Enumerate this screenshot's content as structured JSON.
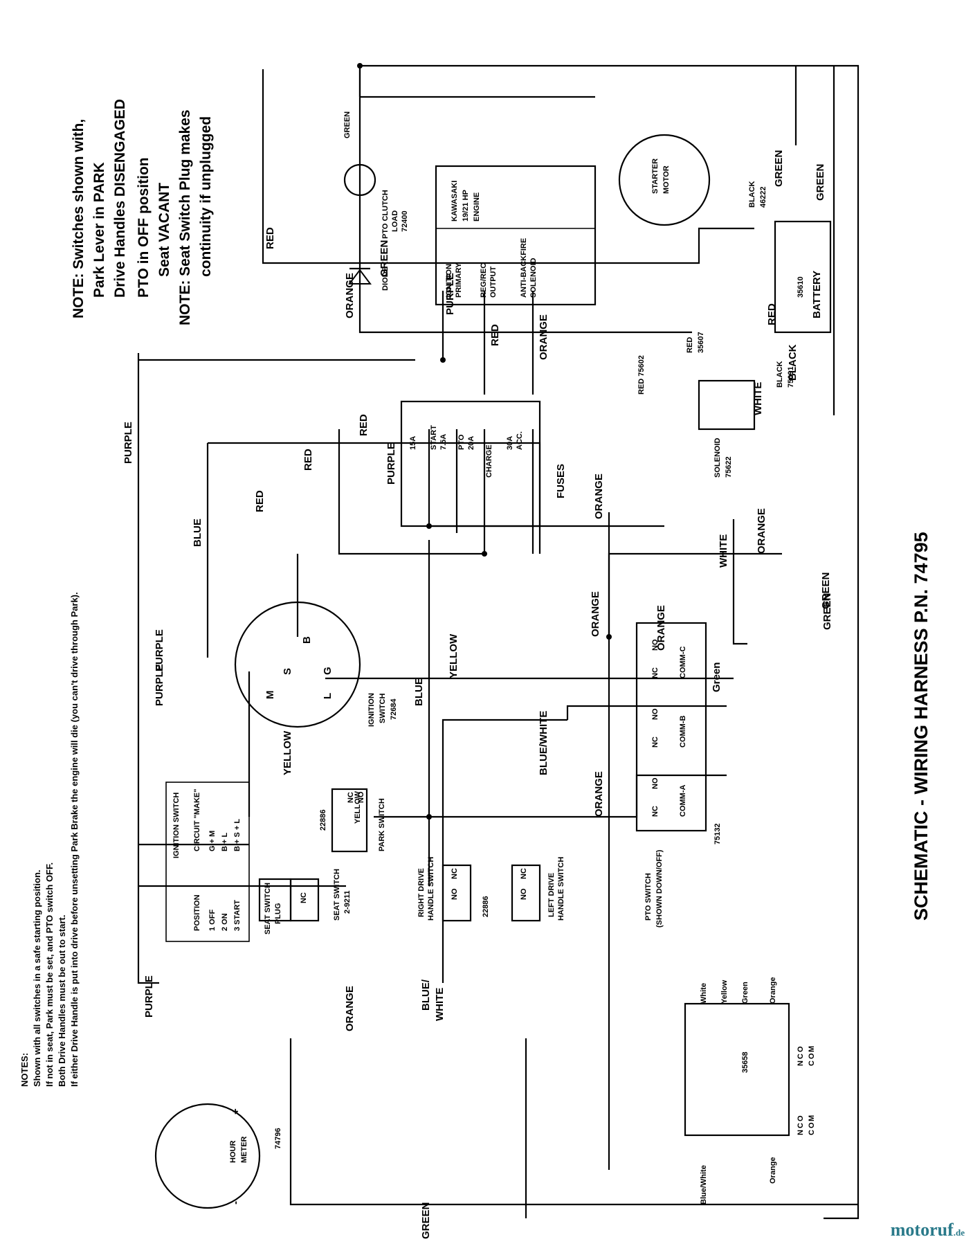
{
  "title": "SCHEMATIC - WIRING HARNESS P.N. 74795",
  "top_note": [
    "NOTE: Switches shown with,",
    "Park Lever in PARK",
    "Drive Handles DISENGAGED",
    "PTO in OFF position",
    "Seat VACANT",
    "NOTE: Seat Switch Plug makes",
    "continuity if unplugged"
  ],
  "bottom_notes": [
    "NOTES:",
    "Shown with all switches in a safe starting position.",
    "If not in seat, Park must be set, and PTO switch OFF.",
    "Both Drive Handles must be out to start.",
    "If either Drive Handle is put into drive before unsetting Park Brake the engine will die (you can't drive through Park)."
  ],
  "components": {
    "engine": [
      "KAWASAKI",
      "19/21 HP",
      "ENGINE"
    ],
    "engine_terms": [
      "IGNITION",
      "PRIMARY",
      "REG/REC",
      "OUTPUT",
      "ANTI-BACKFIRE",
      "SOLENOID"
    ],
    "pto_clutch": [
      "PTO CLUTCH",
      "LOAD",
      "72400"
    ],
    "diode": "DIODE",
    "starter": [
      "STARTER",
      "MOTOR"
    ],
    "battery": [
      "35610",
      "BATTERY"
    ],
    "battery_ground": [
      "BLACK",
      "46222"
    ],
    "solenoid": [
      "SOLENOID",
      "75622"
    ],
    "solenoid_ground": [
      "BLACK",
      "75091"
    ],
    "red_75602": "RED 75602",
    "red_35607": [
      "RED",
      "35607"
    ],
    "fuses_label": "FUSES",
    "fuses": [
      "15A",
      "START",
      "7.5A",
      "PTO",
      "20A",
      "CHARGE",
      "30A",
      "ACC."
    ],
    "ignition_switch": [
      "IGNITION",
      "SWITCH",
      "72684"
    ],
    "ignition_terms": [
      "S",
      "B",
      "G",
      "M",
      "L"
    ],
    "pto_switch_num": "75132",
    "pto_switch_title": [
      "PTO SWITCH",
      "(SHOWN DOWN/OFF)"
    ],
    "pto_contacts": [
      "NC",
      "NO",
      "NC",
      "NO",
      "NC",
      "NO",
      "COMM-A",
      "COMM-B",
      "COMM-C"
    ],
    "pto_detail": [
      "White",
      "Yellow",
      "Green",
      "Orange",
      "Blue/White",
      "Orange",
      "35658"
    ],
    "pto_detail_codes": [
      "N",
      "C",
      "C",
      "O",
      "O",
      "M",
      "N",
      "C",
      "C",
      "O",
      "O",
      "M"
    ],
    "park_switch": [
      "22886",
      "PARK SWITCH"
    ],
    "seat_switch": [
      "SEAT SWITCH",
      "2-9211"
    ],
    "seat_plug": [
      "SEAT SWITCH",
      "PLUG"
    ],
    "right_drive": [
      "RIGHT DRIVE",
      "HANDLE SWITCH"
    ],
    "left_drive": [
      "LEFT DRIVE",
      "HANDLE SWITCH"
    ],
    "drive_num": "22886",
    "hour_meter": [
      "HOUR",
      "METER"
    ],
    "hour_meter_num": "74796",
    "nc": "NC",
    "no": "NO",
    "plus": "+",
    "minus": "-"
  },
  "ign_table": {
    "header": [
      "IGNITION SWITCH",
      "POSITION",
      "CIRCUIT \"MAKE\""
    ],
    "rows": [
      [
        "1 OFF",
        "G + M"
      ],
      [
        "2 ON",
        "B + L"
      ],
      [
        "3 START",
        "B + S + L"
      ]
    ]
  },
  "wire_labels": {
    "green": "GREEN",
    "red": "RED",
    "orange": "ORANGE",
    "purple": "PURPLE",
    "blue": "BLUE",
    "yellow": "YELLOW",
    "white": "WHITE",
    "black": "BLACK",
    "blue_white": "BLUE/WHITE",
    "blue_white_split": [
      "BLUE/",
      "WHITE"
    ],
    "green_lower": "Green"
  },
  "watermark": {
    "name": "motoruf",
    "tld": ".de"
  }
}
